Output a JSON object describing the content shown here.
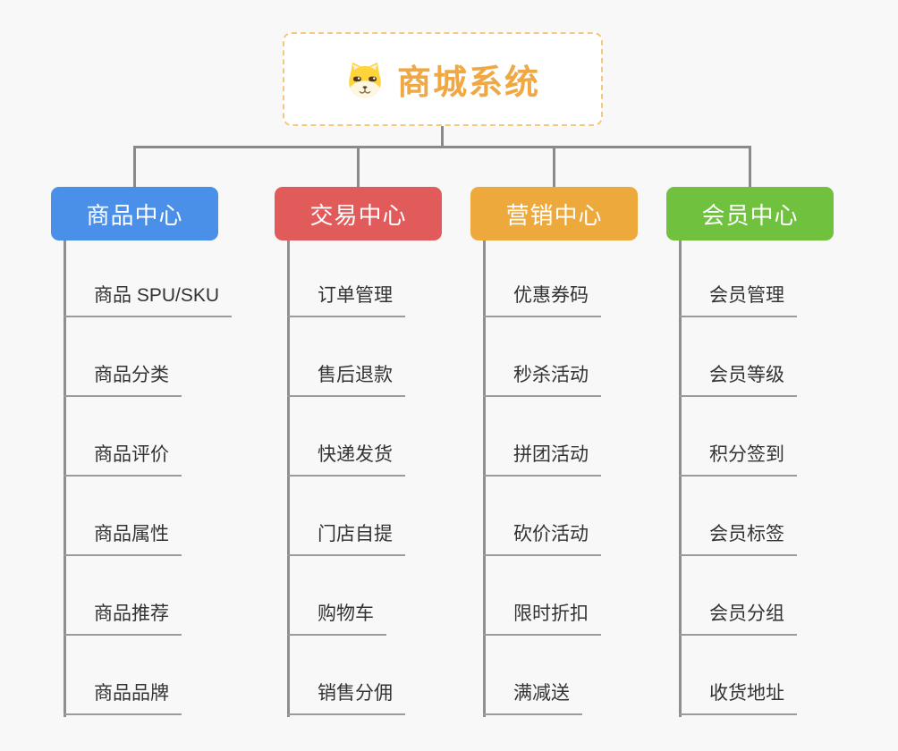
{
  "root": {
    "title": "商城系统",
    "icon": "dog-icon",
    "title_color": "#efa843",
    "border_color": "#f6c87f"
  },
  "connector_color": "#8a8a8a",
  "branches": [
    {
      "label": "商品中心",
      "color": "#4a8fe8",
      "items": [
        "商品 SPU/SKU",
        "商品分类",
        "商品评价",
        "商品属性",
        "商品推荐",
        "商品品牌"
      ]
    },
    {
      "label": "交易中心",
      "color": "#e25b5b",
      "items": [
        "订单管理",
        "售后退款",
        "快递发货",
        "门店自提",
        "购物车",
        "销售分佣"
      ]
    },
    {
      "label": "营销中心",
      "color": "#eea93c",
      "items": [
        "优惠券码",
        "秒杀活动",
        "拼团活动",
        "砍价活动",
        "限时折扣",
        "满减送"
      ]
    },
    {
      "label": "会员中心",
      "color": "#6fc13e",
      "items": [
        "会员管理",
        "会员等级",
        "积分签到",
        "会员标签",
        "会员分组",
        "收货地址"
      ]
    }
  ]
}
